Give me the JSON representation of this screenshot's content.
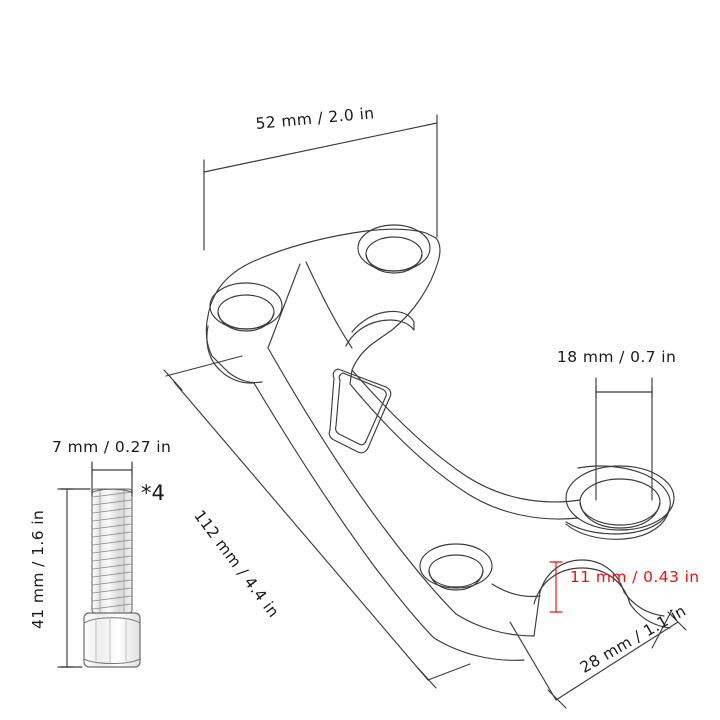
{
  "drawing": {
    "title": "Motorcycle handlebar riser / clamp bracket dimensioned line drawing",
    "background_color": "#ffffff",
    "line_color": "#3c3c3c",
    "accent_color": "#ee1111",
    "units_note": "metric with imperial equivalent"
  },
  "dimensions": {
    "width_top": "52 mm / 2.0 in",
    "hole_diameter_right": "18 mm / 0.7 in",
    "bolt_diameter": "7 mm / 0.27 in",
    "bolt_length": "41 mm / 1.6 in",
    "overall_length": "112 mm / 4.4 in",
    "slot_height": "11 mm / 0.43 in",
    "tail_width": "28 mm / 1.1 in"
  },
  "annotations": {
    "bolt_quantity": "*4"
  },
  "parts": {
    "bracket_name": "clamp-bracket",
    "fastener_name": "socket-head-cap-screw"
  }
}
